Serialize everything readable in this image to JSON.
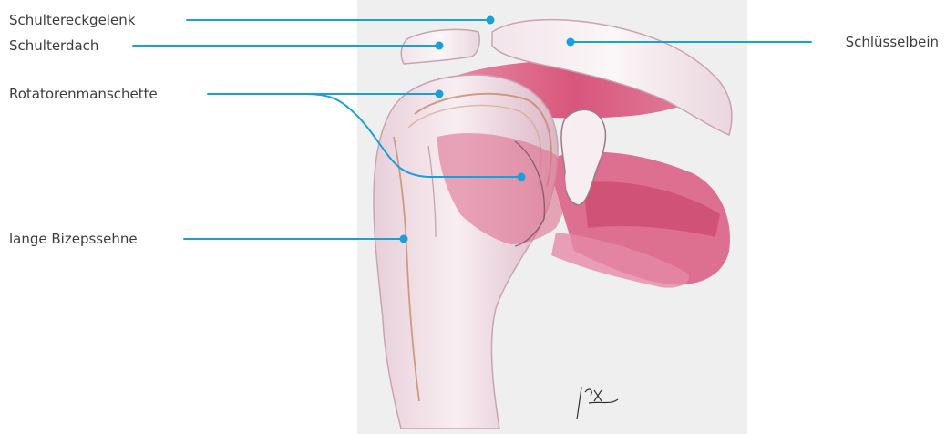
{
  "colors": {
    "leader_line": "#1aa0d8",
    "label_text": "#3c3c3c",
    "panel_background": "#efefef",
    "muscle": "#d5456e",
    "bone": "#f6eef2"
  },
  "labels": {
    "acromioclavicular_joint": "Schultereckgelenk",
    "acromion": "Schulterdach",
    "clavicle": "Schlüsselbein",
    "rotator_cuff": "Rotatorenmanschette",
    "long_biceps_tendon": "lange Bizepssehne"
  }
}
